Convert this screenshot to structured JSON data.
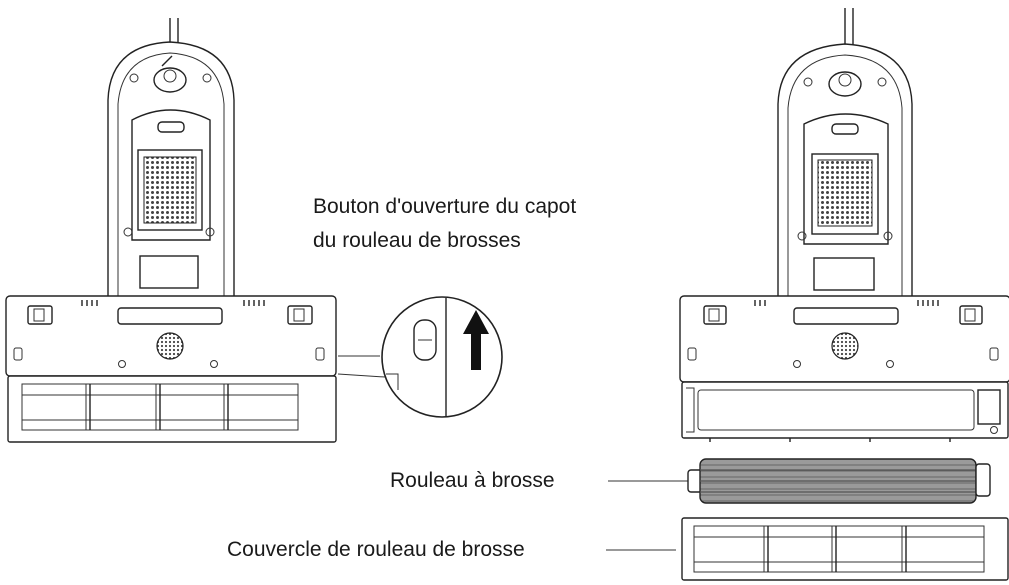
{
  "labels": {
    "cover_button_line1": "Bouton d'ouverture du capot",
    "cover_button_line2": "du rouleau de brosses",
    "brush_roll": "Rouleau à brosse",
    "brush_roll_cover": "Couvercle de rouleau de brosse"
  }
}
